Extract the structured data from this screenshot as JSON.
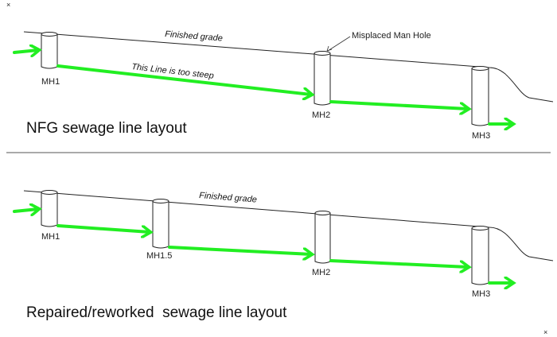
{
  "close_marks": [
    "×",
    "×"
  ],
  "colors": {
    "pipe": "#22ee22",
    "grade": "#222222"
  },
  "top_panel": {
    "title": "NFG sewage line layout",
    "grade_label": "Finished grade",
    "slope_note": "This Line is too steep",
    "callout": "Misplaced Man Hole",
    "manholes": [
      "MH1",
      "MH2",
      "MH3"
    ]
  },
  "bottom_panel": {
    "title": "Repaired/reworked  sewage line layout",
    "grade_label": "Finished grade",
    "manholes": [
      "MH1",
      "MH1.5",
      "MH2",
      "MH3"
    ]
  }
}
